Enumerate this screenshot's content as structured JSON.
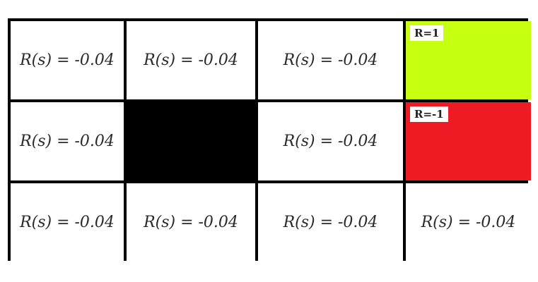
{
  "colors": {
    "grid_line": "#000000",
    "cell_background": "#ffffff",
    "wall": "#000000",
    "goal": "#c6ff10",
    "pit": "#ed1c24"
  },
  "grid": {
    "rows": [
      {
        "cells": [
          {
            "type": "normal",
            "label": "R(s) = -0.04"
          },
          {
            "type": "normal",
            "label": "R(s) = -0.04"
          },
          {
            "type": "normal",
            "label": "R(s) = -0.04"
          },
          {
            "type": "goal",
            "label": "R=1"
          }
        ]
      },
      {
        "cells": [
          {
            "type": "normal",
            "label": "R(s) = -0.04"
          },
          {
            "type": "wall",
            "label": ""
          },
          {
            "type": "normal",
            "label": "R(s) = -0.04"
          },
          {
            "type": "pit",
            "label": "R=-1"
          }
        ]
      },
      {
        "cells": [
          {
            "type": "normal",
            "label": "R(s) = -0.04"
          },
          {
            "type": "normal",
            "label": "R(s) = -0.04"
          },
          {
            "type": "normal",
            "label": "R(s) = -0.04"
          },
          {
            "type": "normal",
            "label": "R(s) = -0.04"
          }
        ]
      }
    ]
  }
}
